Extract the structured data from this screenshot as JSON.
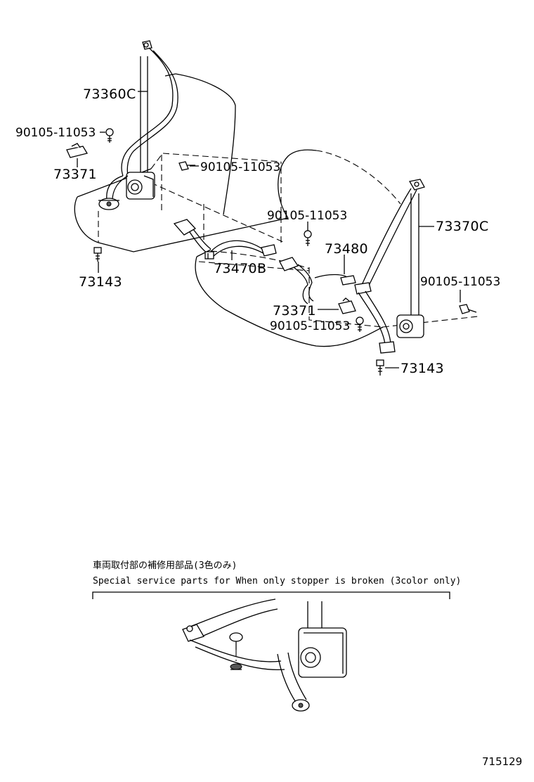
{
  "labels": {
    "belt_73360c": "73360C",
    "bolt_upper_left": "90105-11053",
    "bracket_left": "73371",
    "bolt_mid_left": "90105-11053",
    "bolt_lower_left": "73143",
    "bolt_center": "90105-11053",
    "buckle_73480": "73480",
    "buckle_73470b": "73470B",
    "belt_73370c": "73370C",
    "bolt_right": "90105-11053",
    "bracket_right": "73371",
    "bolt_right_lower": "90105-11053",
    "bolt_lower_right": "73143"
  },
  "note": {
    "japanese": "車両取付部の補修用部品(3色のみ)",
    "english": "Special service parts for When only stopper is broken (3color only)"
  },
  "diagram_number": "715129"
}
